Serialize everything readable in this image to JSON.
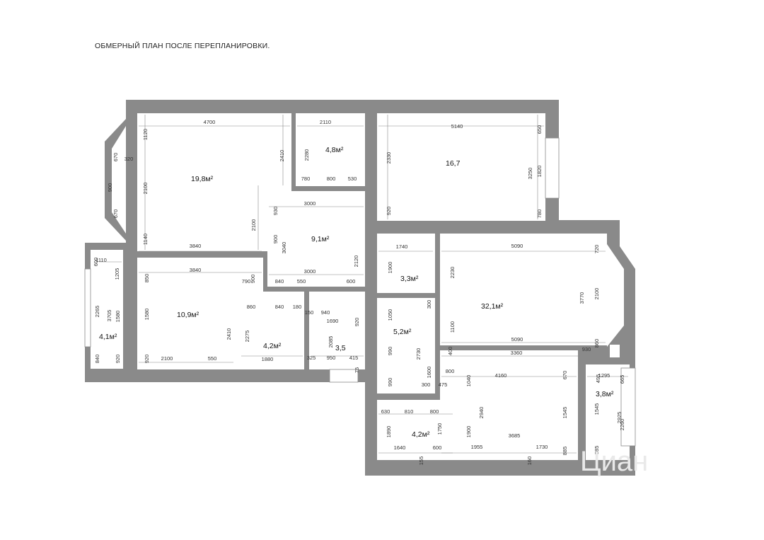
{
  "title": "ОБМЕРНЫЙ ПЛАН ПОСЛЕ ПЕРЕПЛАНИРОВКИ.",
  "watermark": "Циан",
  "colors": {
    "wall": "#8a8a8a",
    "floor": "#ffffff",
    "line": "#888888"
  },
  "rooms": [
    {
      "id": "r1",
      "area": "19,8м²"
    },
    {
      "id": "r2",
      "area": "4,8м²"
    },
    {
      "id": "r3",
      "area": "16,7"
    },
    {
      "id": "r4",
      "area": "9,1м²"
    },
    {
      "id": "r5",
      "area": "10,9м²"
    },
    {
      "id": "r6",
      "area": "4,1м²"
    },
    {
      "id": "r7",
      "area": "4,2м²"
    },
    {
      "id": "r8",
      "area": "3,5"
    },
    {
      "id": "r9",
      "area": "3,3м²"
    },
    {
      "id": "r10",
      "area": "32,1м²"
    },
    {
      "id": "r11",
      "area": "5,2м²"
    },
    {
      "id": "r12",
      "area": "4,2м²"
    },
    {
      "id": "r13",
      "area": "3,8м²"
    }
  ],
  "dimensions": [
    "4700",
    "1120",
    "320",
    "670",
    "900",
    "670",
    "2100",
    "1140",
    "2410",
    "2100",
    "3840",
    "2110",
    "2280",
    "780",
    "800",
    "530",
    "5140",
    "650",
    "2330",
    "3250",
    "1820",
    "920",
    "780",
    "3000",
    "930",
    "3040",
    "900",
    "2120",
    "3000",
    "600",
    "1110",
    "1205",
    "2265",
    "3705",
    "1580",
    "840",
    "920",
    "3840",
    "850",
    "1580",
    "2410",
    "920",
    "2100",
    "550",
    "900",
    "790",
    "840",
    "550",
    "600",
    "860",
    "840",
    "180",
    "2275",
    "1880",
    "150",
    "940",
    "1690",
    "920",
    "2085",
    "325",
    "950",
    "415",
    "75",
    "1740",
    "1900",
    "1050",
    "300",
    "990",
    "2730",
    "1600",
    "990",
    "300",
    "5090",
    "720",
    "2230",
    "3770",
    "2100",
    "1100",
    "5090",
    "400",
    "3360",
    "930",
    "860",
    "800",
    "475",
    "1040",
    "4160",
    "670",
    "2940",
    "1900",
    "3685",
    "1545",
    "1955",
    "1730",
    "885",
    "160",
    "630",
    "810",
    "800",
    "1890",
    "1750",
    "1640",
    "600",
    "155",
    "495",
    "1295",
    "665",
    "1545",
    "2925",
    "2260",
    "885"
  ]
}
